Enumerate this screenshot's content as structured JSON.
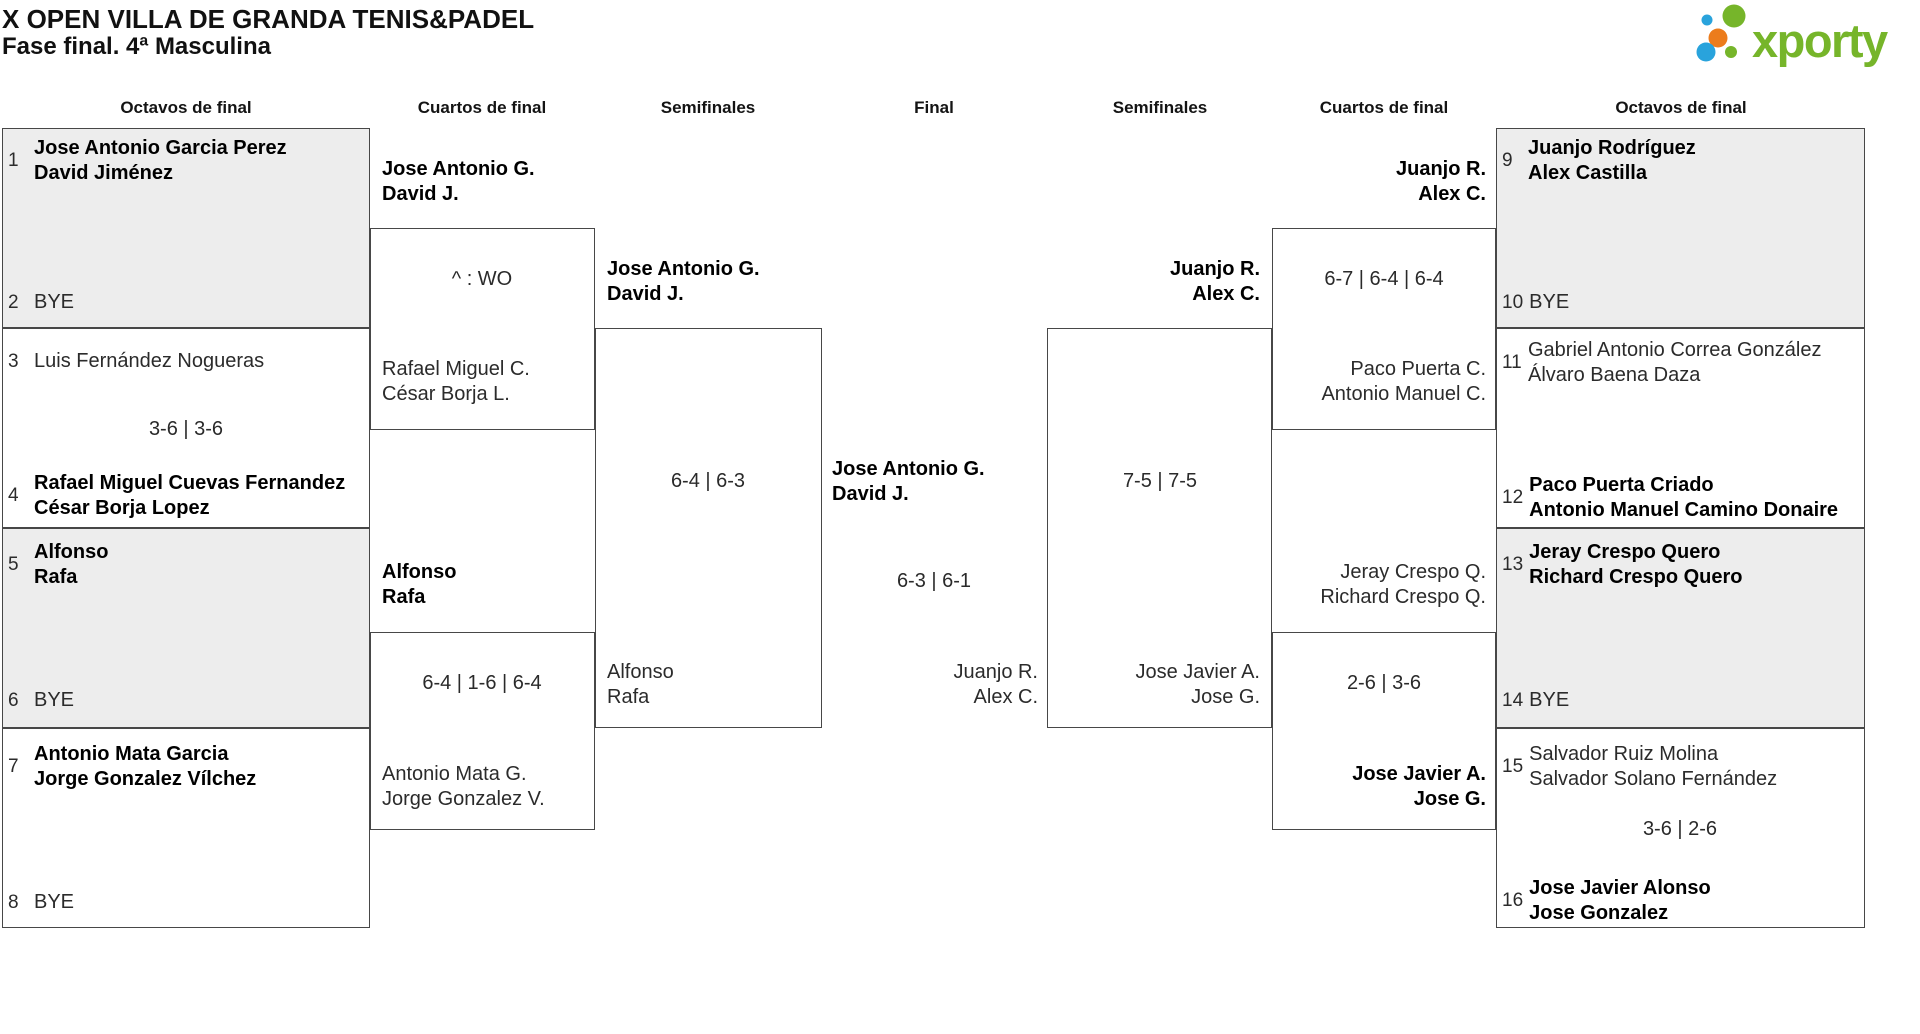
{
  "page": {
    "title": "X OPEN VILLA DE GRANDA TENIS&PADEL",
    "subtitle": "Fase final. 4ª Masculina"
  },
  "logo": {
    "brand": "xporty",
    "green": "#76b52a",
    "blue": "#29a3dc",
    "orange": "#ec7c1c"
  },
  "round_headers": [
    "Octavos de final",
    "Cuartos de final",
    "Semifinales",
    "Final",
    "Semifinales",
    "Cuartos de final",
    "Octavos de final"
  ],
  "seeds": [
    {
      "n": "1",
      "l1": "Jose Antonio Garcia Perez",
      "l2": "David Jiménez"
    },
    {
      "n": "2",
      "l1": "BYE"
    },
    {
      "n": "3",
      "l1": "Luis Fernández Nogueras"
    },
    {
      "n": "4",
      "l1": "Rafael Miguel Cuevas Fernandez",
      "l2": "César Borja Lopez"
    },
    {
      "n": "5",
      "l1": "Alfonso",
      "l2": "Rafa"
    },
    {
      "n": "6",
      "l1": "BYE"
    },
    {
      "n": "7",
      "l1": "Antonio Mata Garcia",
      "l2": "Jorge Gonzalez Vílchez"
    },
    {
      "n": "8",
      "l1": "BYE"
    },
    {
      "n": "9",
      "l1": "Juanjo Rodríguez",
      "l2": "Alex Castilla"
    },
    {
      "n": "10",
      "l1": "BYE"
    },
    {
      "n": "11",
      "l1": "Gabriel Antonio Correa González",
      "l2": "Álvaro Baena Daza"
    },
    {
      "n": "12",
      "l1": "Paco Puerta Criado",
      "l2": "Antonio Manuel Camino Donaire"
    },
    {
      "n": "13",
      "l1": "Jeray Crespo Quero",
      "l2": "Richard Crespo Quero"
    },
    {
      "n": "14",
      "l1": "BYE"
    },
    {
      "n": "15",
      "l1": "Salvador Ruiz Molina",
      "l2": "Salvador Solano Fernández"
    },
    {
      "n": "16",
      "l1": "Jose Javier Alonso",
      "l2": "Jose Gonzalez"
    }
  ],
  "r16_scores": {
    "match_3_4": "3-6 | 3-6",
    "match_15_16": "3-6 | 2-6"
  },
  "quarterfinals": [
    {
      "teamA_l1": "Jose Antonio G.",
      "teamA_l2": "David J.",
      "score": "^ : WO",
      "teamB_l1": "Rafael Miguel C.",
      "teamB_l2": "César Borja L."
    },
    {
      "teamA_l1": "Alfonso",
      "teamA_l2": "Rafa",
      "score": "6-4 | 1-6 | 6-4",
      "teamB_l1": "Antonio Mata G.",
      "teamB_l2": "Jorge Gonzalez V."
    },
    {
      "teamA_l1": "Juanjo R.",
      "teamA_l2": "Alex C.",
      "score": "6-7 | 6-4 | 6-4",
      "teamB_l1": "Paco Puerta C.",
      "teamB_l2": "Antonio Manuel C."
    },
    {
      "teamA_l1": "Jeray Crespo Q.",
      "teamA_l2": "Richard Crespo Q.",
      "score": "2-6 | 3-6",
      "teamB_l1": "Jose Javier A.",
      "teamB_l2": "Jose G."
    }
  ],
  "semifinals": [
    {
      "teamA_l1": "Jose Antonio G.",
      "teamA_l2": "David J.",
      "score": "6-4 | 6-3",
      "teamB_l1": "Alfonso",
      "teamB_l2": "Rafa"
    },
    {
      "teamA_l1": "Juanjo R.",
      "teamA_l2": "Alex C.",
      "score": "7-5 | 7-5",
      "teamB_l1": "Jose Javier A.",
      "teamB_l2": "Jose G."
    }
  ],
  "final": {
    "teamA_l1": "Jose Antonio G.",
    "teamA_l2": "David J.",
    "score": "6-3 | 6-1",
    "teamB_l1": "Juanjo R.",
    "teamB_l2": "Alex C."
  }
}
